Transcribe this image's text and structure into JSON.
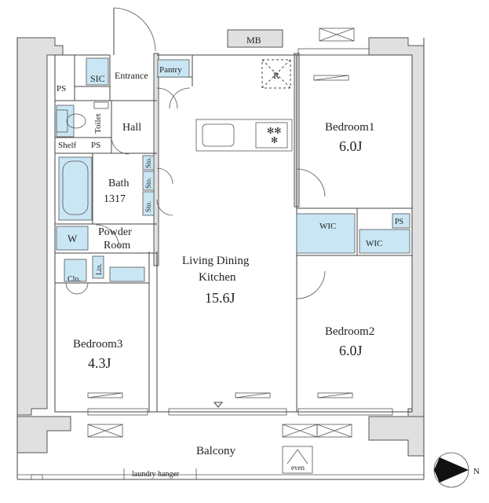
{
  "rooms": {
    "mb": "MB",
    "sic": "SIC",
    "entrance": "Entrance",
    "pantry": "Pantry",
    "refrigerator": "R",
    "ps_top": "PS",
    "toilet": "Toilet",
    "hall": "Hall",
    "shelf": "Shelf",
    "ps_mid": "PS",
    "sto1": "Sto.",
    "sto2": "Sto.",
    "sto3": "Sto.",
    "bath": "Bath",
    "bath_size": "1317",
    "washer": "W",
    "powder": "Powder",
    "powder2": "Room",
    "clo": "Clo.",
    "lin": "Lin.",
    "ldk1": "Living Dining",
    "ldk2": "Kitchen",
    "ldk_size": "15.6J",
    "bedroom1": "Bedroom1",
    "bedroom1_size": "6.0J",
    "wic1": "WIC",
    "wic2": "WIC",
    "ps_right": "PS",
    "bedroom2": "Bedroom2",
    "bedroom2_size": "6.0J",
    "bedroom3": "Bedroom3",
    "bedroom3_size": "4.3J",
    "balcony": "Balcony",
    "laundry": "laundry hanger",
    "even": "even",
    "north": "N"
  }
}
